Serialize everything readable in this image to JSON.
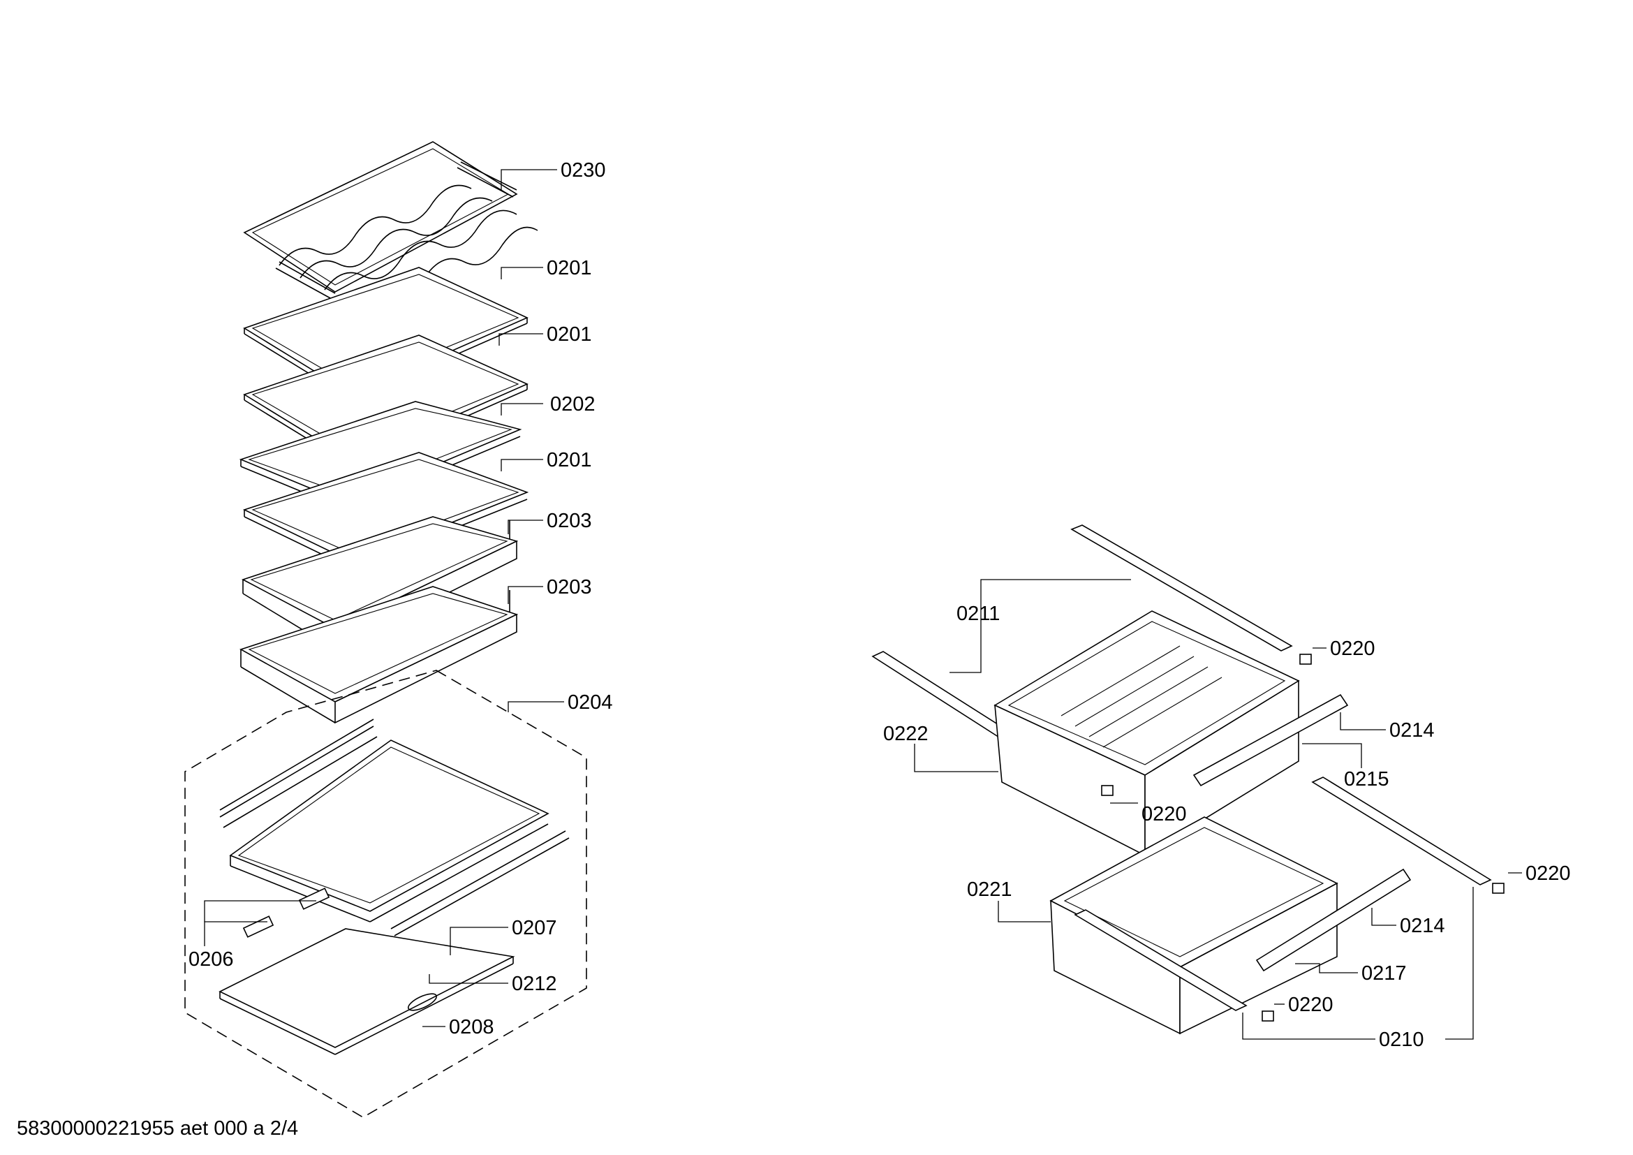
{
  "diagram": {
    "parts": [
      {
        "id": "lbl-0230",
        "label": "0230"
      },
      {
        "id": "lbl-0201-a",
        "label": "0201"
      },
      {
        "id": "lbl-0201-b",
        "label": "0201"
      },
      {
        "id": "lbl-0202",
        "label": "0202"
      },
      {
        "id": "lbl-0201-c",
        "label": "0201"
      },
      {
        "id": "lbl-0203-a",
        "label": "0203"
      },
      {
        "id": "lbl-0203-b",
        "label": "0203"
      },
      {
        "id": "lbl-0204",
        "label": "0204"
      },
      {
        "id": "lbl-0207",
        "label": "0207"
      },
      {
        "id": "lbl-0206",
        "label": "0206"
      },
      {
        "id": "lbl-0212",
        "label": "0212"
      },
      {
        "id": "lbl-0208",
        "label": "0208"
      },
      {
        "id": "lbl-0211",
        "label": "0211"
      },
      {
        "id": "lbl-0220-a",
        "label": "0220"
      },
      {
        "id": "lbl-0222",
        "label": "0222"
      },
      {
        "id": "lbl-0214-a",
        "label": "0214"
      },
      {
        "id": "lbl-0215",
        "label": "0215"
      },
      {
        "id": "lbl-0220-b",
        "label": "0220"
      },
      {
        "id": "lbl-0220-c",
        "label": "0220"
      },
      {
        "id": "lbl-0221",
        "label": "0221"
      },
      {
        "id": "lbl-0214-b",
        "label": "0214"
      },
      {
        "id": "lbl-0217",
        "label": "0217"
      },
      {
        "id": "lbl-0220-d",
        "label": "0220"
      },
      {
        "id": "lbl-0210",
        "label": "0210"
      }
    ]
  },
  "footer": {
    "document_id": "58300000221955 aet 000 a 2/4"
  }
}
